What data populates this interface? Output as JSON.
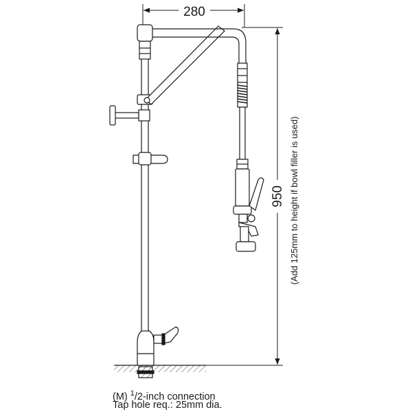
{
  "dimensions": {
    "width": "280",
    "height": "950",
    "height_note": "(Add 125mm to height if bowl filler is used)"
  },
  "notes": {
    "connection_prefix": "(M) ",
    "connection_fraction": "1",
    "connection_suffix": "/2-inch connection",
    "tap_hole": "Tap hole req.: 25mm dia."
  }
}
